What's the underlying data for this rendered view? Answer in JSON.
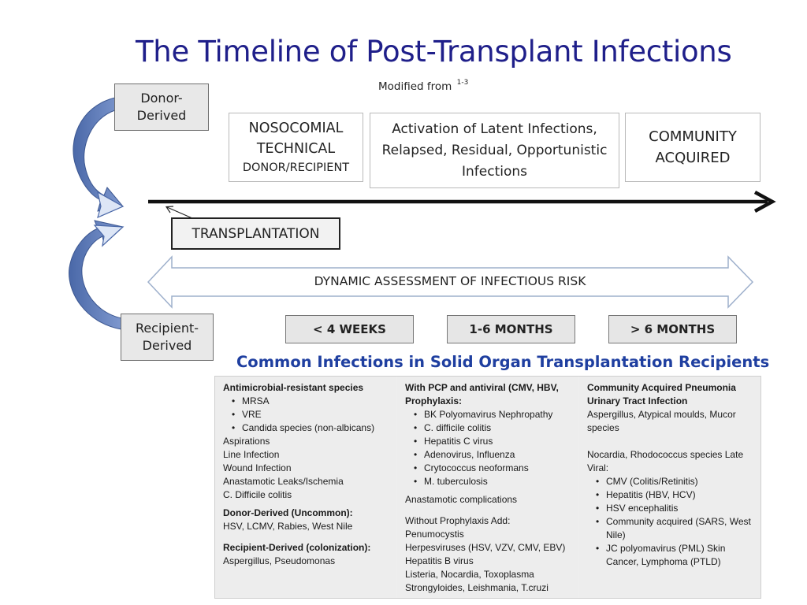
{
  "title": "The Timeline of Post-Transplant Infections",
  "modified": {
    "text": "Modified from",
    "ref": "1-3"
  },
  "donor_box": "Donor-\nDerived",
  "recipient_box": "Recipient-\nDerived",
  "phases": {
    "nosocomial": {
      "line1": "NOSOCOMIAL",
      "line2": "TECHNICAL",
      "line3": "DONOR/RECIPIENT"
    },
    "activation": "Activation of Latent Infections, Relapsed, Residual, Opportunistic Infections",
    "community": {
      "line1": "COMMUNITY",
      "line2": "ACQUIRED"
    }
  },
  "transplantation": "TRANSPLANTATION",
  "dynamic_assessment": "DYNAMIC ASSESSMENT OF INFECTIOUS RISK",
  "periods": [
    "< 4 WEEKS",
    "1-6 MONTHS",
    "> 6 MONTHS"
  ],
  "section_title": "Common Infections in Solid Organ Transplantation Recipients",
  "table": {
    "col1": {
      "heading": "Antimicrobial-resistant species",
      "bullets": [
        "MRSA",
        "VRE",
        "Candida species (non-albicans)"
      ],
      "lines": [
        "Aspirations",
        "Line Infection",
        "Wound Infection",
        "Anastamotic Leaks/Ischemia",
        "C. Difficile colitis"
      ],
      "donor_heading": "Donor-Derived (Uncommon):",
      "donor_text": "HSV, LCMV, Rabies, West Nile",
      "recipient_heading": "Recipient-Derived (colonization):",
      "recipient_text": "Aspergillus, Pseudomonas"
    },
    "col2": {
      "heading1": "With PCP and antiviral (CMV, HBV,",
      "heading2": "Prophylaxis:",
      "bullets": [
        "BK Polyomavirus Nephropathy",
        "C. difficile colitis",
        "Hepatitis C virus",
        "Adenovirus, Influenza",
        "Crytococcus neoformans",
        "M. tuberculosis"
      ],
      "anastamotic": "Anastamotic complications",
      "without_lines": [
        "Without Prophylaxis Add:",
        "Penumocystis",
        "Herpesviruses (HSV, VZV, CMV, EBV)",
        "Hepatitis B virus",
        "Listeria, Nocardia, Toxoplasma",
        "Strongyloides, Leishmania, T.cruzi"
      ]
    },
    "col3": {
      "heading1": "Community Acquired Pneumonia",
      "heading2": "Urinary Tract Infection",
      "lines1": [
        "Aspergillus, Atypical moulds, Mucor",
        "species"
      ],
      "lines2": [
        "Nocardia, Rhodococcus  species Late",
        "Viral:"
      ],
      "bullets": [
        "CMV (Colitis/Retinitis)",
        "Hepatitis (HBV, HCV)",
        "HSV encephalitis",
        "Community acquired (SARS, West Nile)",
        "JC polyomavirus (PML) Skin Cancer, Lymphoma (PTLD)"
      ]
    }
  },
  "colors": {
    "title": "#1f1f8a",
    "section_title": "#1f3fa0",
    "curved_arrow": "#5a78b8"
  }
}
